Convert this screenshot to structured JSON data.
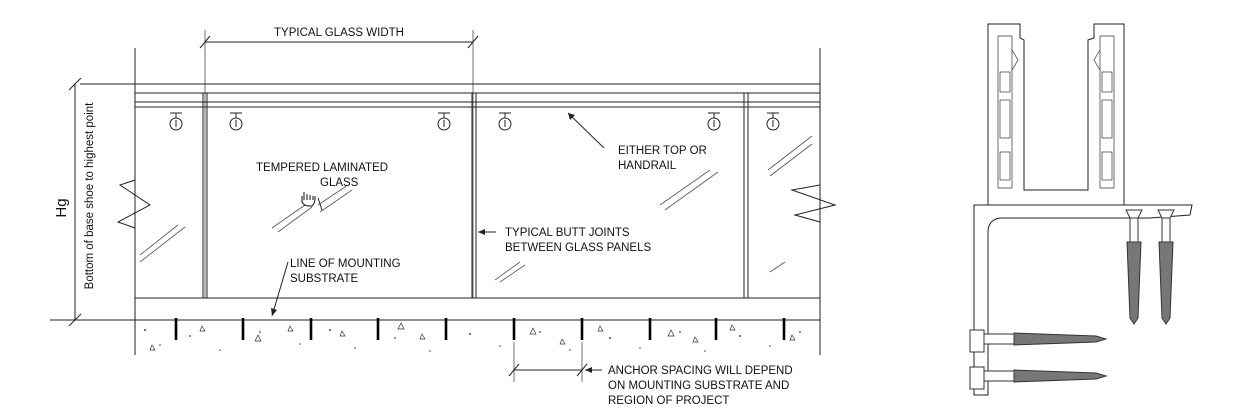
{
  "labels": {
    "glass_width": "TYPICAL GLASS WIDTH",
    "handrail_line1": "EITHER TOP OR",
    "handrail_line2": "HANDRAIL",
    "glass_line1": "TEMPERED LAMINATED",
    "glass_line2": "GLASS",
    "butt_line1": "TYPICAL BUTT JOINTS",
    "butt_line2": "BETWEEN GLASS PANELS",
    "mount_line1": "LINE OF MOUNTING",
    "mount_line2": "SUBSTRATE",
    "anchor_line1": "ANCHOR SPACING WILL DEPEND",
    "anchor_line2": "ON MOUNTING SUBSTRATE AND",
    "anchor_line3": "REGION OF PROJECT",
    "height_symbol": "Hg",
    "height_caption": "Bottom of base shoe to highest point"
  },
  "colors": {
    "line": "#222222",
    "shoe_fill": "#ffffff",
    "screw": "#333333"
  },
  "icons": {
    "cursor": "hand-pointer-icon"
  }
}
